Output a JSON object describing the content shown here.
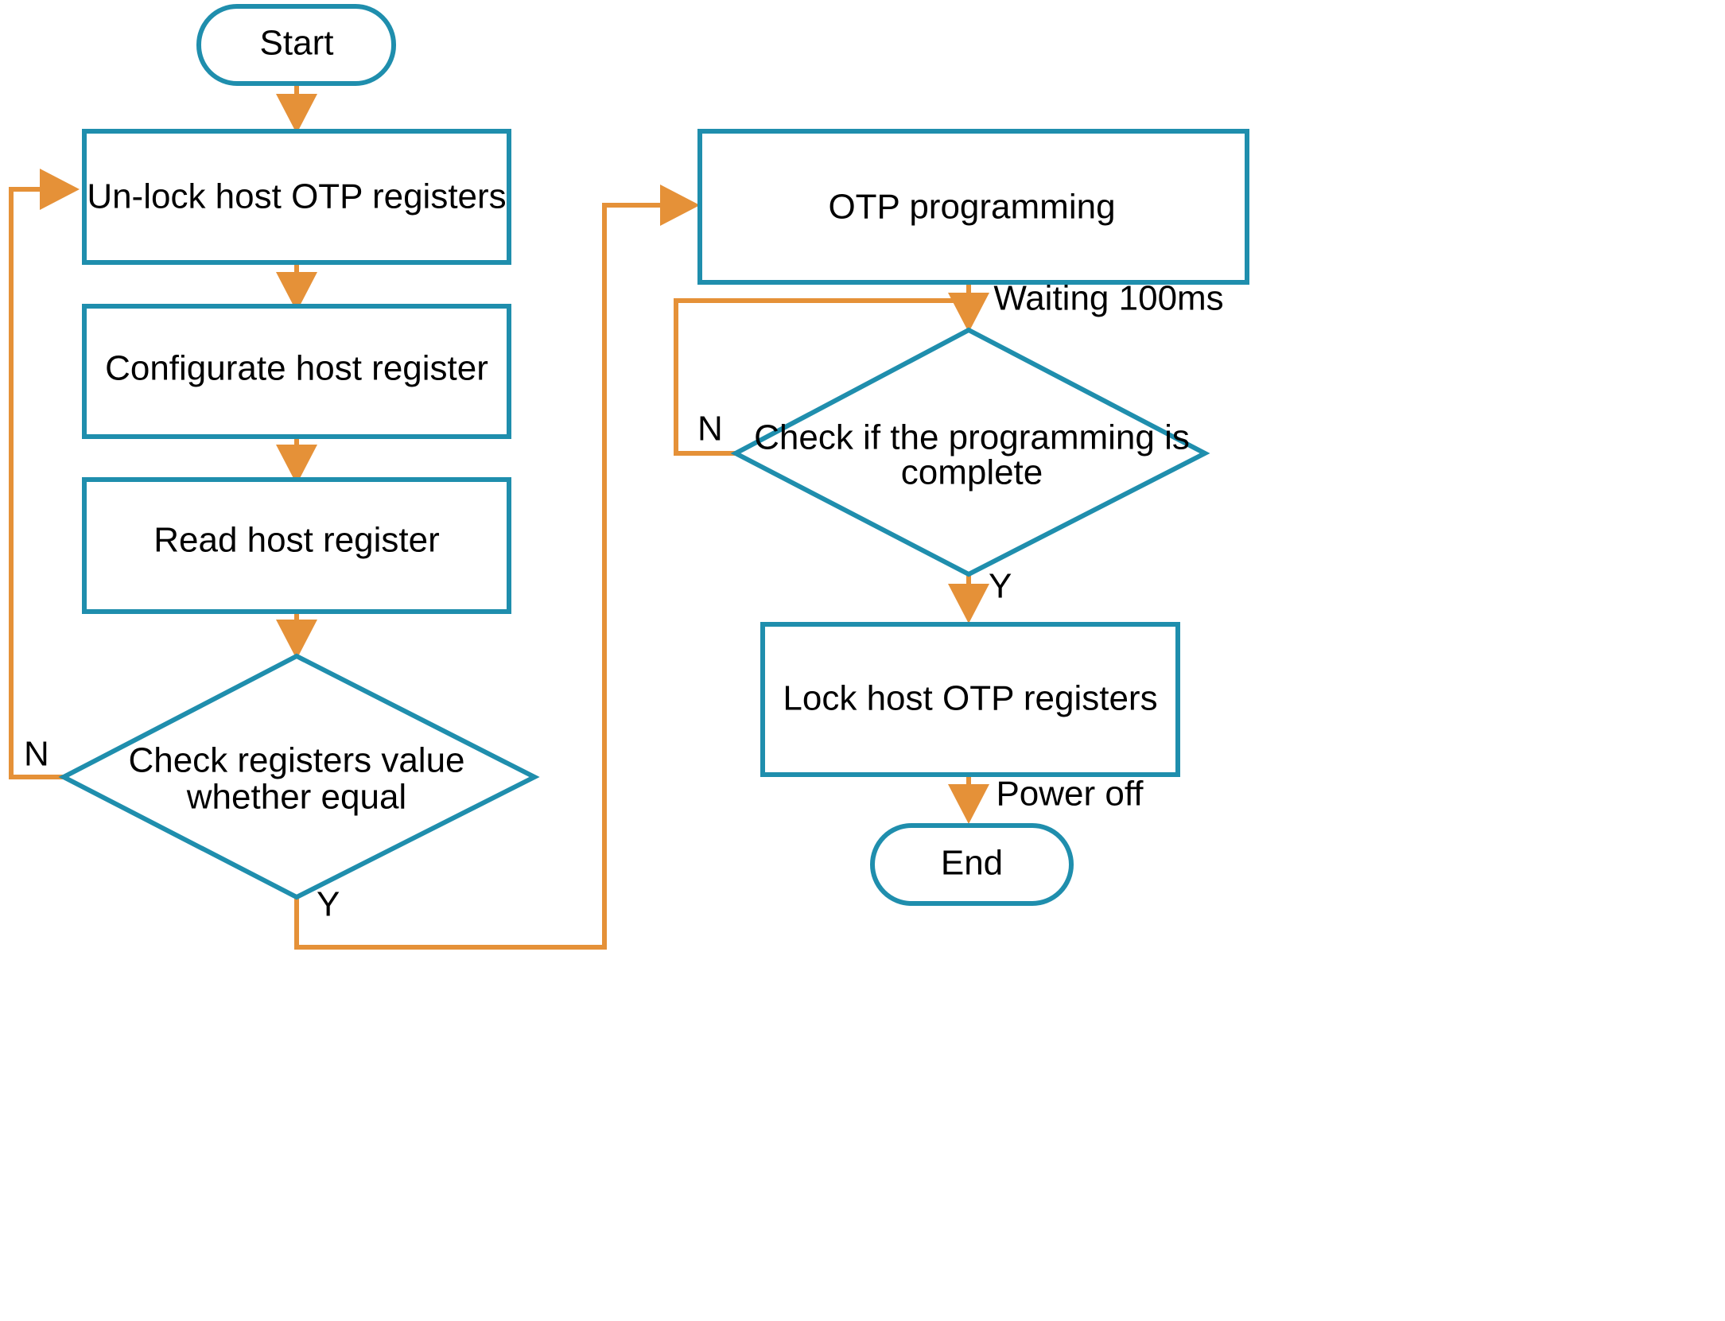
{
  "diagram": {
    "title": "OTP programming flowchart",
    "colors": {
      "shape_stroke": "#1F8EAD",
      "connector": "#E59138",
      "text": "#000000",
      "background": "#FFFFFF"
    },
    "nodes": [
      {
        "id": "start",
        "type": "terminator",
        "label": "Start"
      },
      {
        "id": "unlock",
        "type": "process",
        "label": "Un-lock host OTP registers"
      },
      {
        "id": "configurate",
        "type": "process",
        "label": "Configurate host register"
      },
      {
        "id": "read",
        "type": "process",
        "label": "Read host register"
      },
      {
        "id": "check_equal",
        "type": "decision",
        "label_line1": "Check registers value",
        "label_line2": "whether equal"
      },
      {
        "id": "otp_prog",
        "type": "process",
        "label": "OTP programming"
      },
      {
        "id": "check_done",
        "type": "decision",
        "label_line1": "Check if the programming is",
        "label_line2": "complete"
      },
      {
        "id": "lock",
        "type": "process",
        "label": "Lock host OTP registers"
      },
      {
        "id": "end",
        "type": "terminator",
        "label": "End"
      }
    ],
    "edge_labels": {
      "check_equal_no": "N",
      "check_equal_yes": "Y",
      "waiting": "Waiting 100ms",
      "check_done_no": "N",
      "check_done_yes": "Y",
      "power_off": "Power off"
    }
  }
}
